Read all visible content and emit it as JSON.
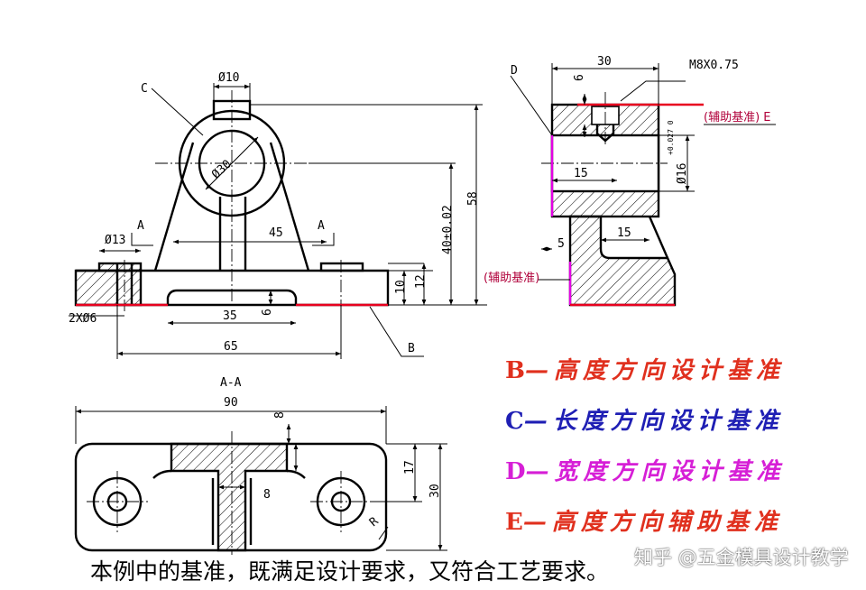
{
  "dims": {
    "phi10": "Ø10",
    "c": "C",
    "phi30": "Ø30",
    "phi13": "Ø13",
    "a": "A",
    "d45": "45",
    "two_phi6": "2XØ6",
    "d35": "35",
    "d6": "6",
    "d65": "65",
    "d10": "10",
    "d12": "12",
    "d40": "40±0.02",
    "d58": "58",
    "b": "B",
    "d": "D",
    "d30": "30",
    "m8": "M8X0.75",
    "d6b": "6",
    "aux_e": "(辅助基准) E",
    "d15a": "15",
    "phi16": "Ø16",
    "tol": "+0.027 0",
    "d5": "5",
    "d15b": "15",
    "aux": "(辅助基准)",
    "section": "A-A",
    "d90": "90",
    "d8a": "8",
    "d8b": "8",
    "d17": "17",
    "d30b": "30",
    "r": "R"
  },
  "legend": [
    {
      "key": "B",
      "text": "—高度方向设计基准",
      "color": "#e0301e"
    },
    {
      "key": "C",
      "text": "—长度方向设计基准",
      "color": "#1f1fb4"
    },
    {
      "key": "D",
      "text": "—宽度方向设计基准",
      "color": "#d61fd6"
    },
    {
      "key": "E",
      "text": "—高度方向辅助基准",
      "color": "#e0301e"
    }
  ],
  "caption": "本例中的基准，既满足设计要求，又符合工艺要求。",
  "watermark": "知乎 @五金模具设计教学"
}
